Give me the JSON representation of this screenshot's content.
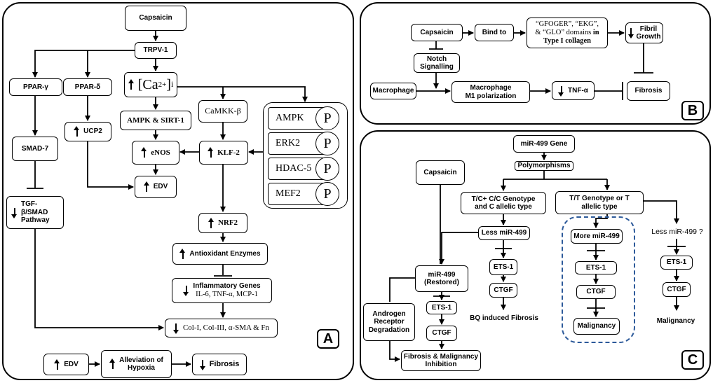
{
  "panelA": {
    "label": "A",
    "capsaicin": "Capsaicin",
    "trpv1": "TRPV-1",
    "ppar_g": "PPAR-γ",
    "ppar_d": "PPAR-δ",
    "ca": "[Ca",
    "ca_sup": "2+",
    "ca_after": "]",
    "ca_sub": "i",
    "ampk_sirt": "AMPK & SIRT-1",
    "camkk": "CaMKK-β",
    "smad7": "SMAD-7",
    "ucp2": "UCP2",
    "enos": "eNOS",
    "klf2": "KLF-2",
    "edv": "EDV",
    "tgf_line1": "TGF-β/SMAD",
    "tgf_line2": "Pathway",
    "nrf2": "NRF2",
    "antiox": "Antioxidant Enzymes",
    "inflam_title": "Inflammatory Genes",
    "inflam_sub": "IL-6, TNF-α, MCP-1",
    "col": "Col-I, Col-III, α-SMA & Fn",
    "edv2": "EDV",
    "hypoxia_line1": "Alleviation of",
    "hypoxia_line2": "Hypoxia",
    "fibrosis": "Fibrosis",
    "kinases": [
      "AMPK",
      "ERK2",
      "HDAC-5",
      "MEF2"
    ],
    "p_label": "P"
  },
  "panelB": {
    "label": "B",
    "capsaicin": "Capsaicin",
    "bind_to": "Bind to",
    "domains_line1": "“GFOGER”, “EKG”,",
    "domains_line2a": "& “GLO” domains ",
    "domains_line2b": "in",
    "domains_line3": "Type I collagen",
    "fibril_line1": "Fibril",
    "fibril_line2": "Growth",
    "notch_line1": "Notch",
    "notch_line2": "Signalling",
    "macrophage": "Macrophage",
    "m1_line1": "Macrophage",
    "m1_line2": "M1 polarization",
    "tnf": "TNF-α",
    "fibrosis": "Fibrosis"
  },
  "panelC": {
    "label": "C",
    "gene": "miR-499 Gene",
    "poly": "Polymorphisms",
    "capsaicin": "Capsaicin",
    "tc_line1": "T/C+ C/C Genotype",
    "tc_line2": "and C allelic type",
    "tt_line1": "T/T Genotype  or T",
    "tt_line2": "allelic type",
    "less1": "Less miR-499",
    "more": "More miR-499",
    "less2": "Less miR-499 ?",
    "ets1_a": "ETS-1",
    "ets1_b": "ETS-1",
    "ets1_c": "ETS-1",
    "ets1_d": "ETS-1",
    "ctgf_a": "CTGF",
    "ctgf_b": "CTGF",
    "ctgf_c": "CTGF",
    "ctgf_d": "CTGF",
    "restored_line1": "miR-499",
    "restored_line2": "(Restored)",
    "bq": "BQ induced Fibrosis",
    "malig1": "Malignancy",
    "malig2": "Malignancy",
    "andro_line1": "Androgen",
    "andro_line2": "Receptor",
    "andro_line3": "Degradation",
    "fmi_line1": "Fibrosis & Malignancy",
    "fmi_line2": "Inhibition"
  },
  "colors": {
    "dashed_border": "#2d5a9a",
    "line": "#000000"
  }
}
